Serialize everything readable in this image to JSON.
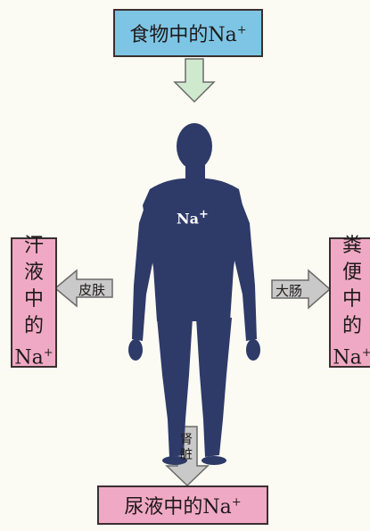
{
  "colors": {
    "blue_box": "#7ec5e5",
    "pink_box": "#f0a9c4",
    "arrow_fill": "#cfe9cf",
    "arrow_gray": "#c9c9c9",
    "body_color": "#2e3a68"
  },
  "sources": {
    "food": {
      "text": "食物中的Na",
      "sup": "+"
    }
  },
  "outputs": {
    "sweat": {
      "lines": [
        "汗",
        "液",
        "中",
        "的"
      ],
      "na": "Na",
      "sup": "+"
    },
    "feces": {
      "lines": [
        "粪",
        "便",
        "中",
        "的"
      ],
      "na": "Na",
      "sup": "+"
    },
    "urine": {
      "text": "尿液中的Na",
      "sup": "+"
    }
  },
  "organs": {
    "skin": "皮肤",
    "large_intestine": "大肠",
    "kidney_line1": "肾",
    "kidney_line2": "脏"
  },
  "body": {
    "ion": "Na",
    "sup": "+"
  }
}
